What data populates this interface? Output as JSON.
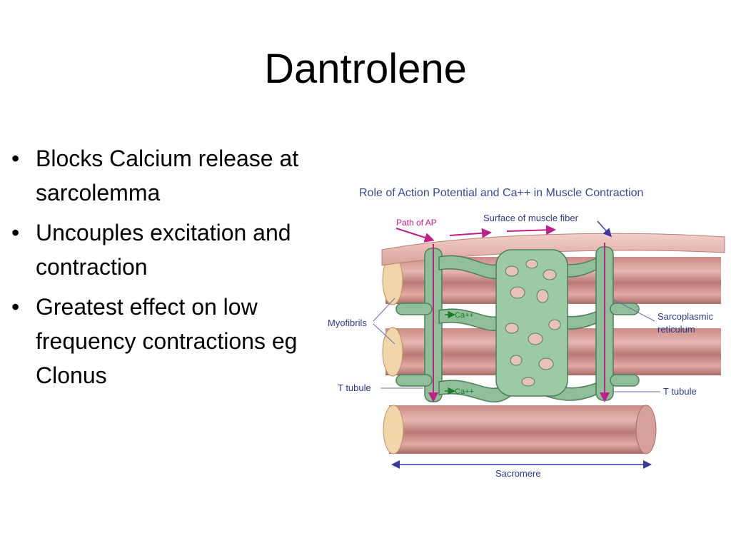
{
  "slide": {
    "title": "Dantrolene",
    "bullets": [
      "Blocks Calcium release at sarcolemma",
      "Uncouples excitation and contraction",
      "Greatest effect on low frequency contractions eg Clonus"
    ]
  },
  "figure": {
    "heading": "Role of Action Potential and Ca++ in Muscle Contraction",
    "labels": {
      "path_of_ap": "Path of AP",
      "surface": "Surface of muscle fiber",
      "sarcoplasmic": [
        "Sarcoplasmic",
        "reticulum"
      ],
      "myofibrils": "Myofibrils",
      "ca_top": "Ca++",
      "ca_bottom": "Ca++",
      "t_tubule_left": "T tubule",
      "t_tubule_right": "T tubule",
      "sarcomere": "Sacromere"
    },
    "colors": {
      "heading": "#3a4a9a",
      "label": "#2a3a8a",
      "path_of_ap": "#c0208a",
      "ca": "#1a7a2a",
      "reticulum": "#7fb08a",
      "membrane": "#e8b4aa",
      "fiber": "#d49890"
    }
  }
}
